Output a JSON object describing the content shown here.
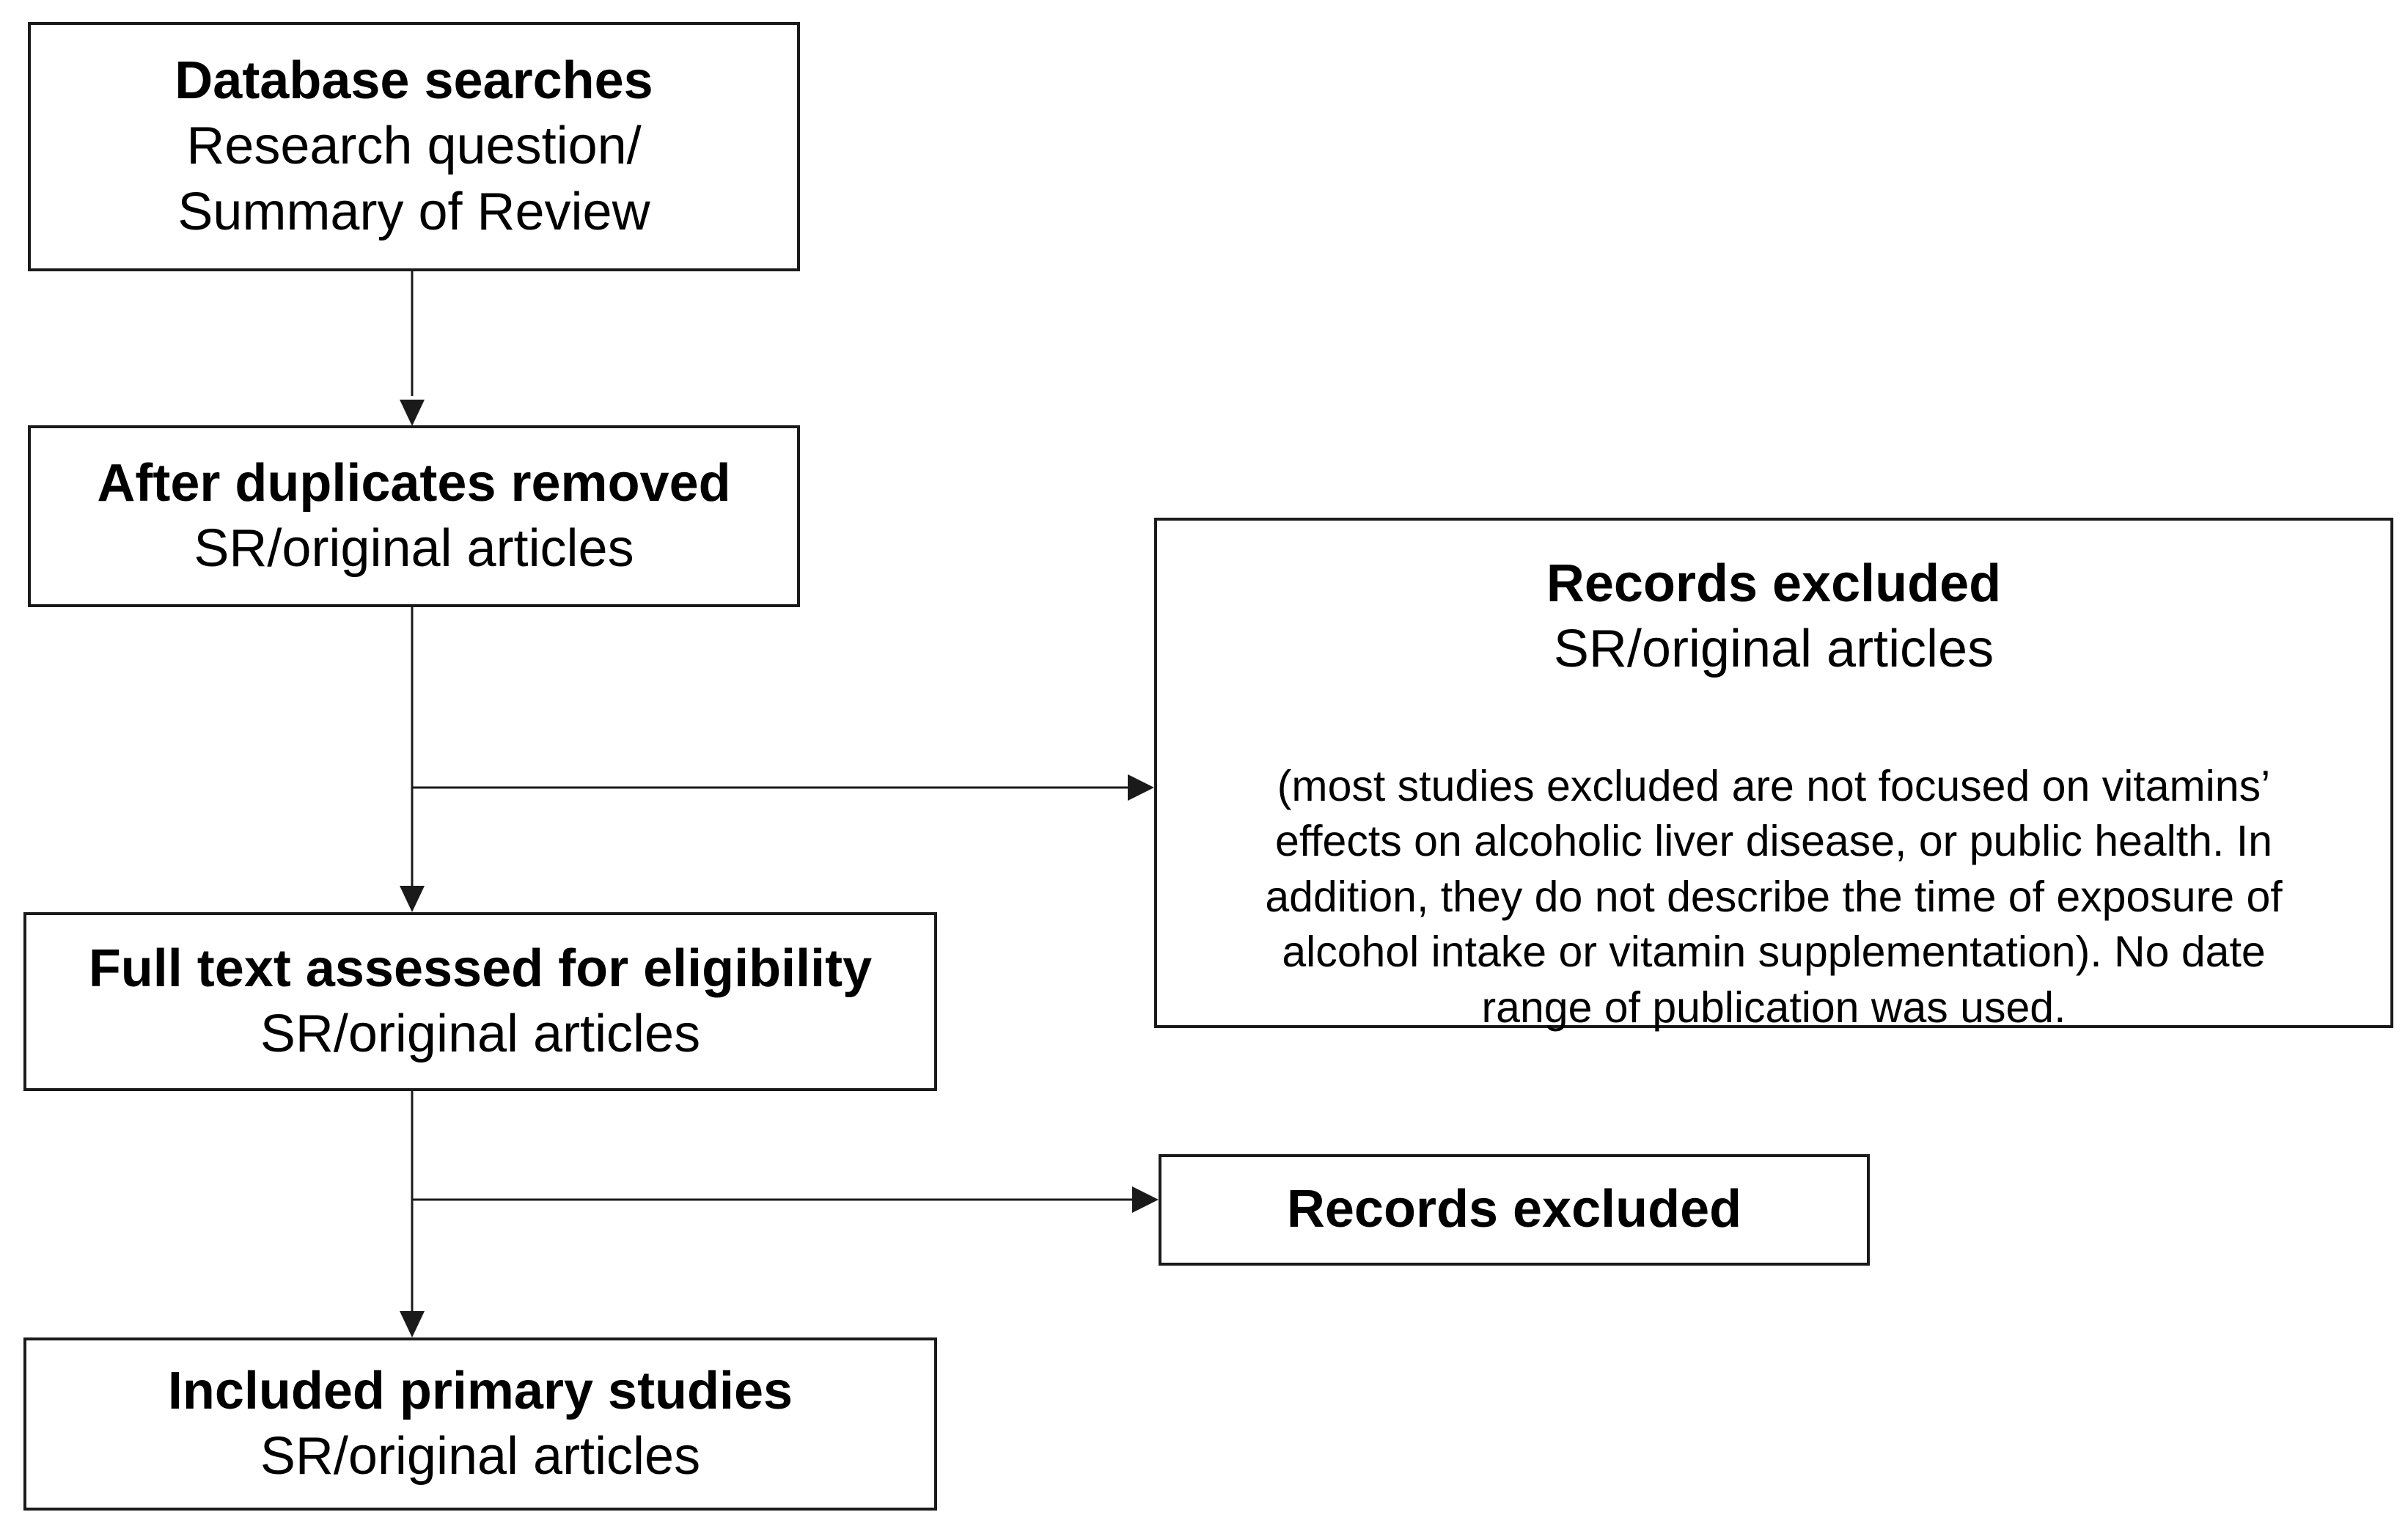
{
  "boxes": {
    "database_searches": {
      "title": "Database searches",
      "lines": [
        "Research question/",
        "Summary of Review"
      ]
    },
    "after_duplicates": {
      "title": "After duplicates removed",
      "subtitle": "SR/original articles"
    },
    "records_excluded_1": {
      "title": "Records excluded",
      "subtitle": "SR/original articles",
      "note_lines": [
        "(most studies excluded are not focused on vitamins’",
        "effects on alcoholic liver disease, or public health. In",
        "addition, they do not describe the time of exposure of",
        "alcohol intake or vitamin supplementation). No date",
        "range of publication was used."
      ]
    },
    "full_text": {
      "title": "Full text assessed for eligibility",
      "subtitle": "SR/original articles"
    },
    "records_excluded_2": {
      "title": "Records excluded"
    },
    "included": {
      "title": "Included primary studies",
      "subtitle": "SR/original articles"
    }
  }
}
